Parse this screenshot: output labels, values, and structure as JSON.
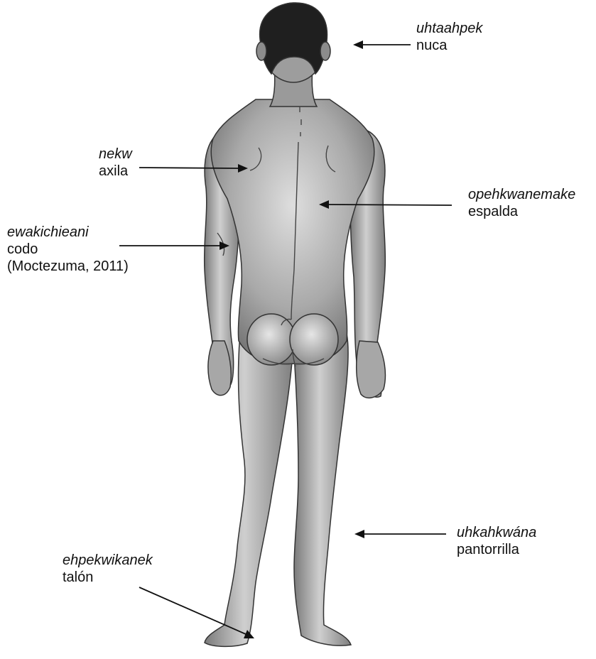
{
  "labels": {
    "neck": {
      "term": "uhtaahpek",
      "meaning": "nuca"
    },
    "armpit": {
      "term": "nekw",
      "meaning": "axila"
    },
    "back": {
      "term": "opehkwanemake",
      "meaning": "espalda"
    },
    "elbow": {
      "term": "ewakichieani",
      "meaning": "codo",
      "citation": "(Moctezuma, 2011)"
    },
    "calf": {
      "term": "uhkahkwána",
      "meaning": "pantorrilla"
    },
    "heel": {
      "term": "ehpekwikanek",
      "meaning": "talón"
    }
  },
  "colors": {
    "ink": "#111111",
    "skin_light": "#d9d9d9",
    "skin_mid": "#a8a8a8",
    "skin_dark": "#6e6e6e",
    "hair": "#1f1f1f"
  }
}
